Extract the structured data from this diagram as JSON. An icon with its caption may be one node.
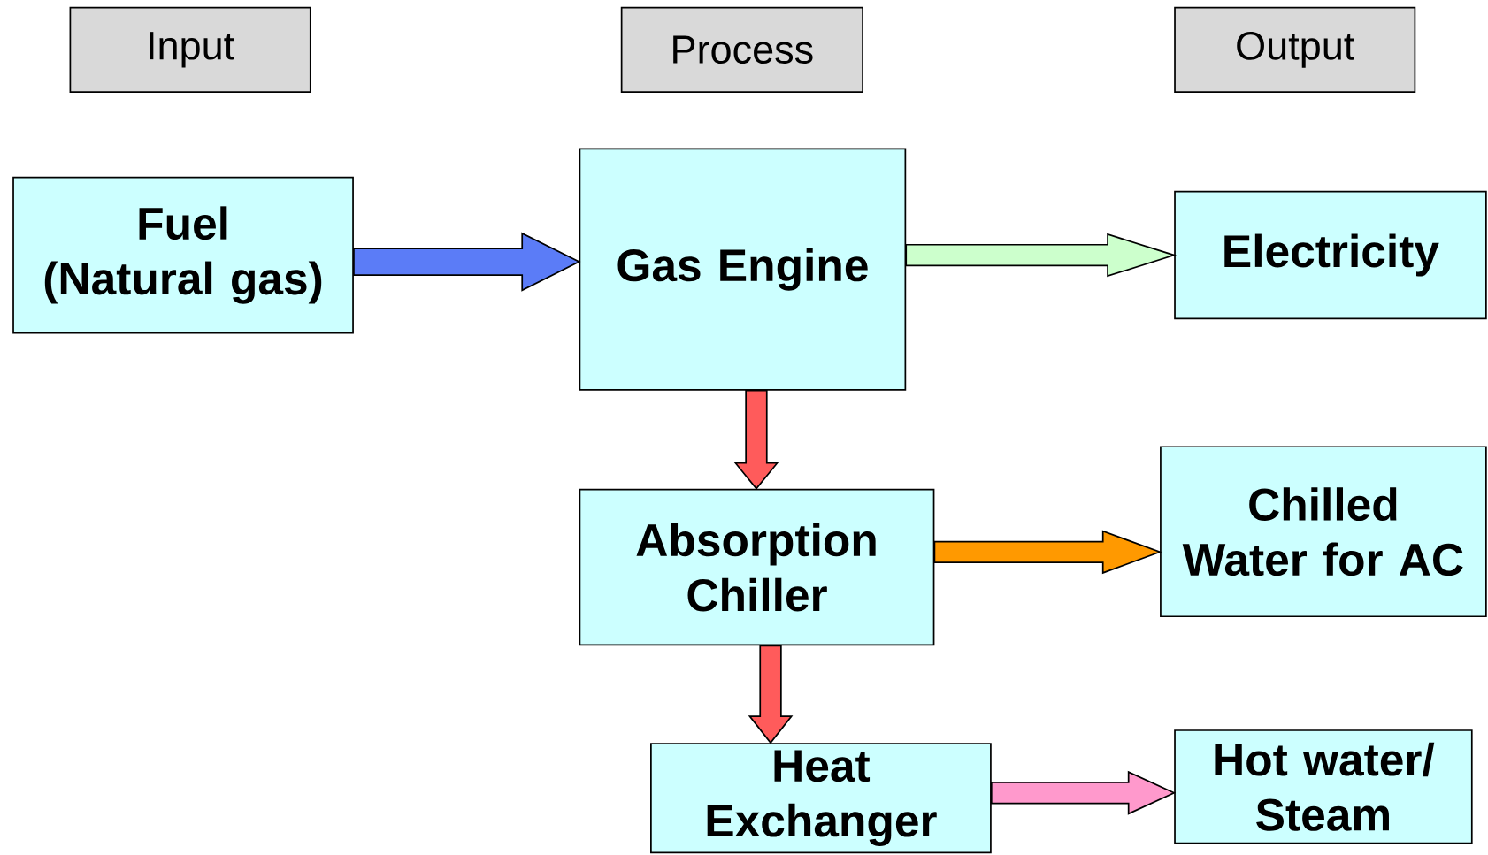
{
  "diagram": {
    "nodes": [
      {
        "text": [
          "Input"
        ]
      },
      {
        "text": [
          "Process"
        ]
      },
      {
        "text": [
          "Output"
        ]
      },
      {
        "text": [
          "Fuel",
          "(Natural gas)"
        ]
      },
      {
        "text": [
          "Gas Engine"
        ]
      },
      {
        "text": [
          "Electricity"
        ]
      },
      {
        "text": [
          "Absorption Chiller"
        ]
      },
      {
        "text": [
          "Chilled Water for AC"
        ]
      },
      {
        "text": [
          "Heat Exchanger"
        ]
      },
      {
        "text": [
          "Hot water/ Steam"
        ]
      }
    ],
    "edges": [
      {
        "from": 3,
        "to": 4,
        "arrow": "to",
        "color": "#5b7cf7"
      },
      {
        "from": 4,
        "to": 5,
        "arrow": "to",
        "color": "#ccffcc"
      },
      {
        "from": 4,
        "to": 6,
        "arrow": "to",
        "color": "#ff5b5b"
      },
      {
        "from": 6,
        "to": 7,
        "arrow": "to",
        "color": "#ff9900"
      },
      {
        "from": 6,
        "to": 8,
        "arrow": "to",
        "color": "#ff5b5b"
      },
      {
        "from": 8,
        "to": 9,
        "arrow": "to",
        "color": "#ff99cc"
      }
    ]
  }
}
